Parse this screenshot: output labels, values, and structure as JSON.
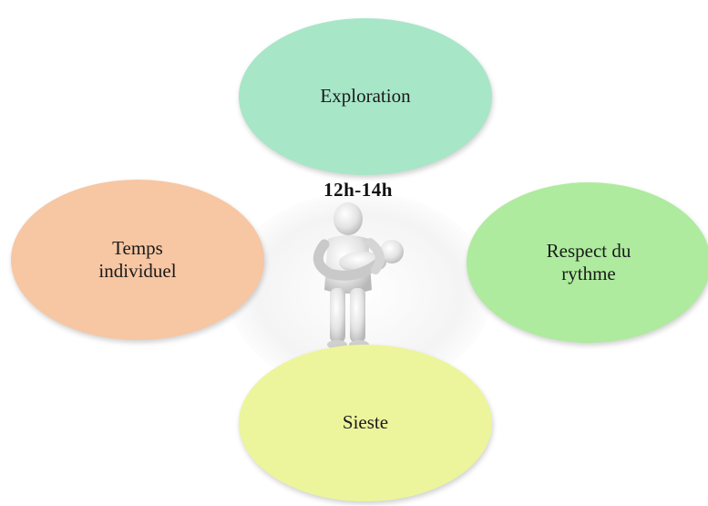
{
  "center": {
    "label": "12h-14h"
  },
  "nodes": {
    "top": {
      "line1": "Exploration",
      "color": "#a8e6c8"
    },
    "left": {
      "line1": "Temps",
      "line2": "individuel",
      "color": "#f7c6a3"
    },
    "right": {
      "line1": "Respect du",
      "line2": "rythme",
      "color": "#aeeb9e"
    },
    "bottom": {
      "line1": "Sieste",
      "color": "#ecf59c"
    }
  },
  "figure": {
    "icon": "person-holding-baby-icon"
  }
}
